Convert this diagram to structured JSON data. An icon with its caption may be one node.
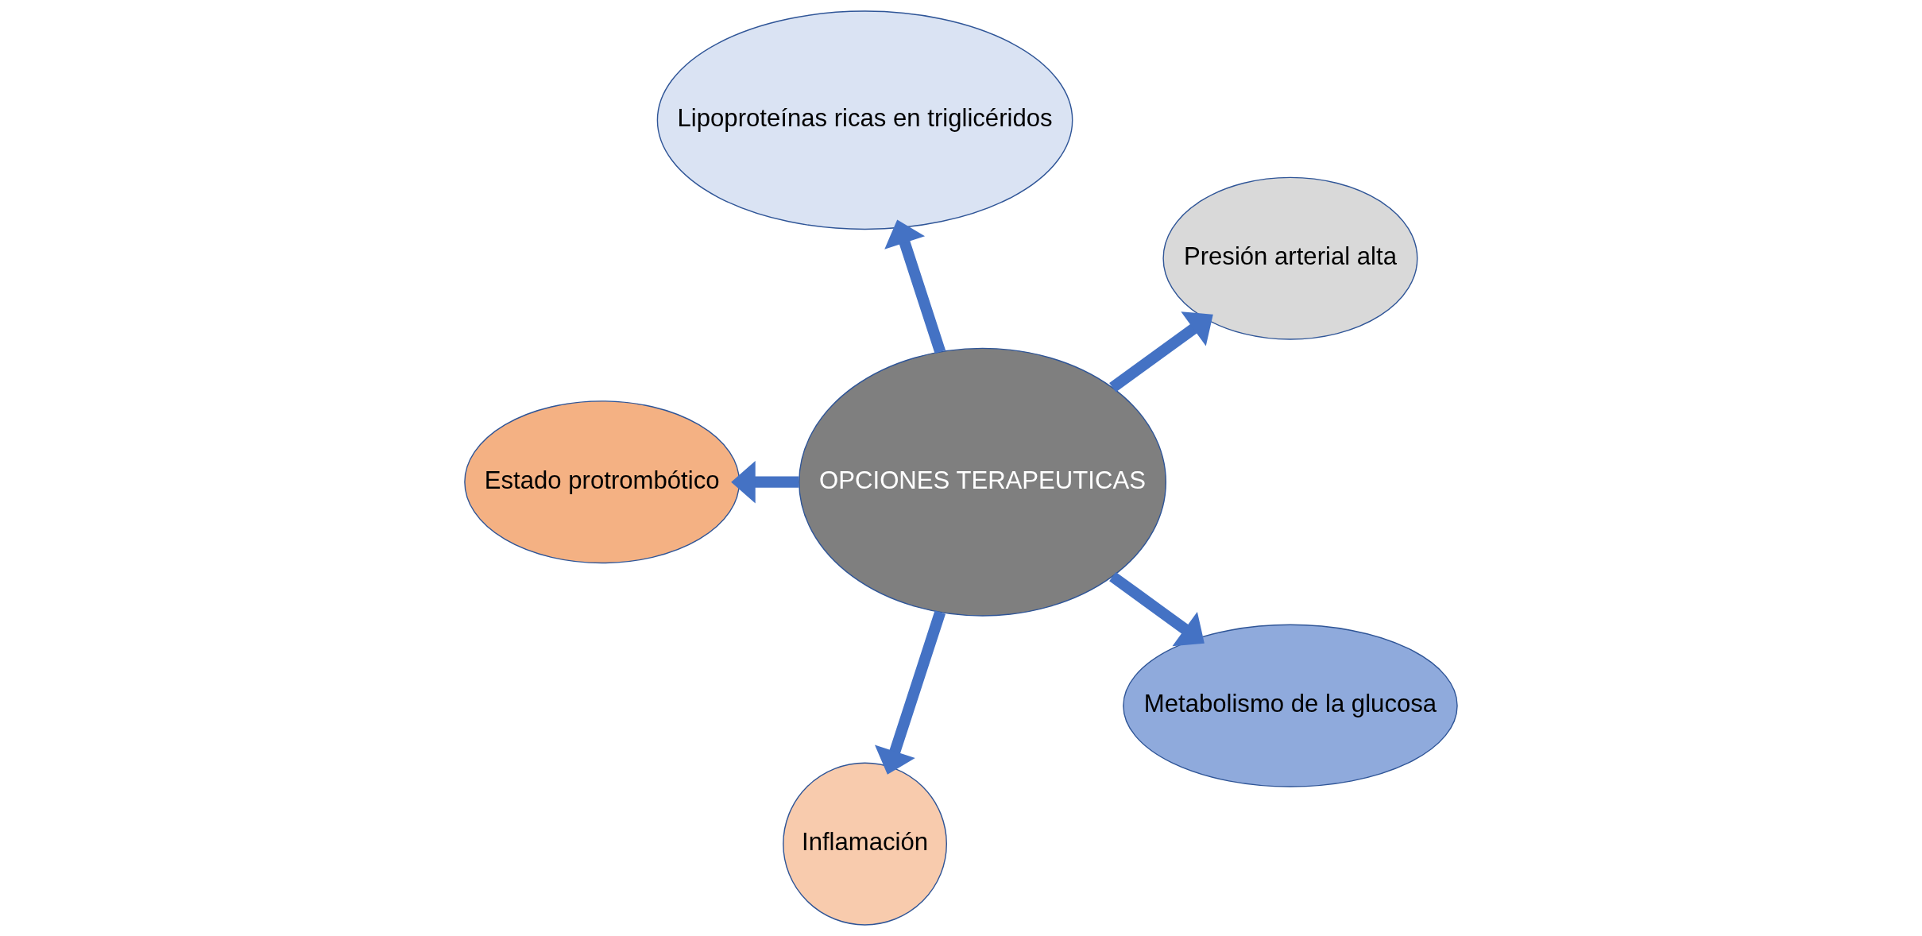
{
  "diagram": {
    "nodes": [
      {
        "text": [
          "OPCIONES TERAPEUTICAS"
        ]
      },
      {
        "text": [
          "Presión arterial alta"
        ]
      },
      {
        "text": [
          "Lipoproteínas ricas en triglicéridos"
        ]
      },
      {
        "text": [
          "Estado protrombótico"
        ]
      },
      {
        "text": [
          "Inflamación"
        ]
      },
      {
        "text": [
          "Metabolismo de la glucosa"
        ]
      }
    ],
    "edges": [
      {
        "from": 0,
        "to": 1,
        "arrow": "to"
      },
      {
        "from": 0,
        "to": 2,
        "arrow": "to"
      },
      {
        "from": 0,
        "to": 3,
        "arrow": "to"
      },
      {
        "from": 0,
        "to": 4,
        "arrow": "to"
      },
      {
        "from": 0,
        "to": 5,
        "arrow": "to"
      }
    ]
  }
}
